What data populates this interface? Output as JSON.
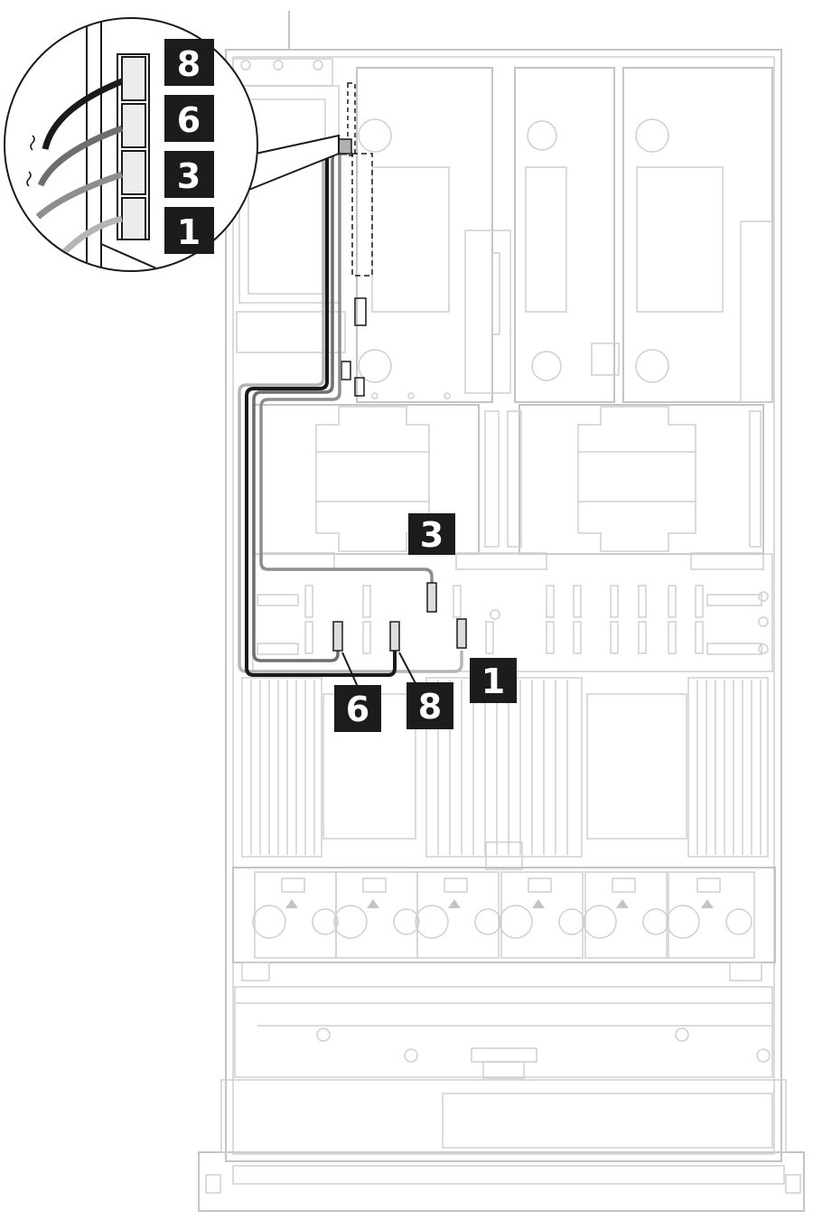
{
  "diagram": {
    "callouts": {
      "zoom_8": "8",
      "zoom_6": "6",
      "zoom_3": "3",
      "zoom_1": "1",
      "board_3": "3",
      "board_1": "1",
      "board_6": "6",
      "board_8": "8"
    },
    "colors": {
      "cable_8": "#1a1a1a",
      "cable_6": "#6e6e6e",
      "cable_3": "#8e8e8e",
      "cable_1": "#b5b5b5",
      "callout_bg": "#1c1c1c",
      "chassis_line": "#c4c4c4"
    }
  }
}
